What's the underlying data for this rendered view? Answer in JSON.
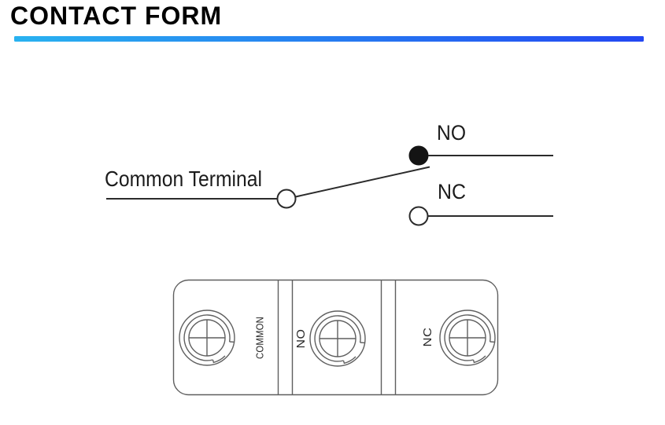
{
  "header": {
    "title": "CONTACT FORM"
  },
  "title_bar": {
    "gradient_start": "#29b2f0",
    "gradient_end": "#2347f2"
  },
  "schematic": {
    "common_label": "Common Terminal",
    "no_label": "NO",
    "nc_label": "NC"
  },
  "terminal_block": {
    "labels": [
      "COMMON",
      "NO",
      "NC"
    ]
  }
}
